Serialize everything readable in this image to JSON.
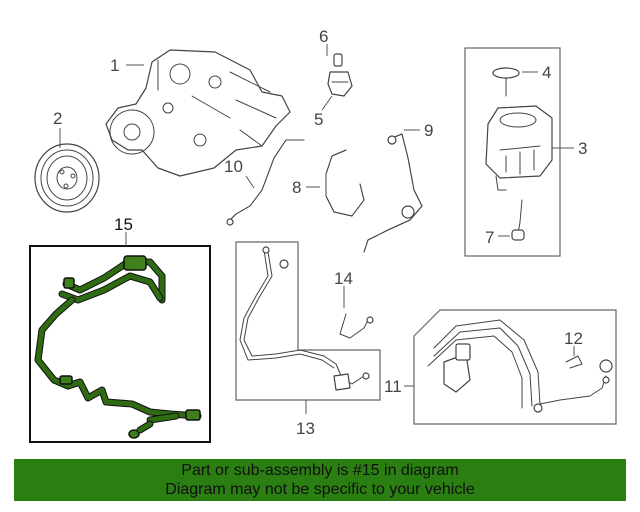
{
  "callouts": {
    "c1": "1",
    "c2": "2",
    "c3": "3",
    "c4": "4",
    "c5": "5",
    "c6": "6",
    "c7": "7",
    "c8": "8",
    "c9": "9",
    "c10": "10",
    "c11": "11",
    "c12": "12",
    "c13": "13",
    "c14": "14",
    "c15": "15"
  },
  "highlighted_part": "15",
  "colors": {
    "highlight": "#2a7e12",
    "line": "#444444"
  },
  "banner": {
    "line1": "Part or sub-assembly is #15 in diagram",
    "line2": "Diagram may not be specific to your vehicle"
  }
}
